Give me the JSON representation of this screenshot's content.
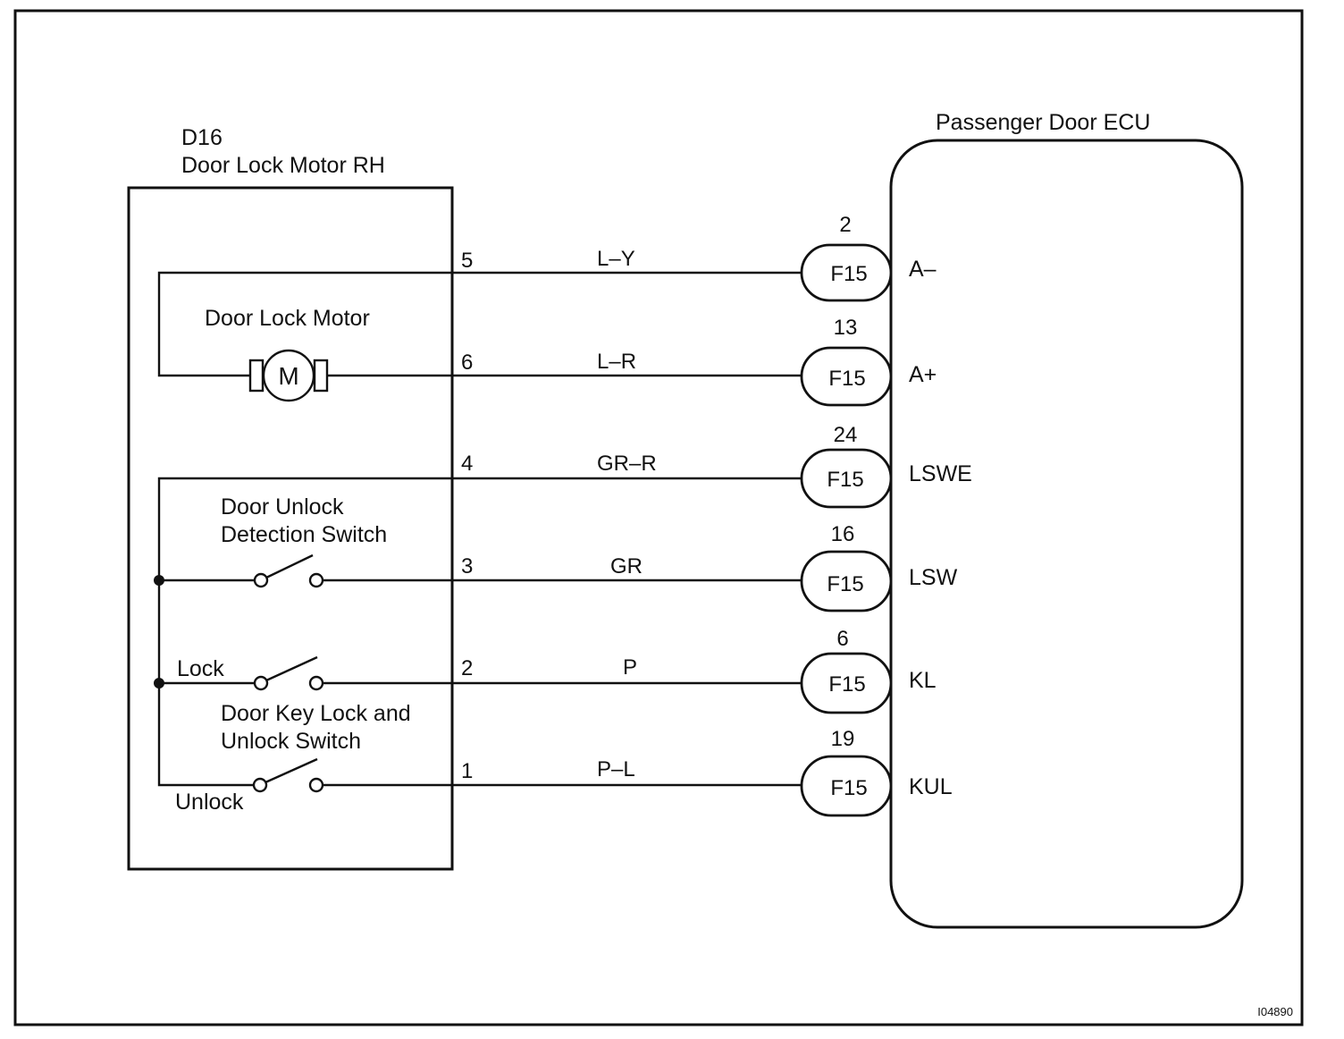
{
  "motor_block": {
    "code": "D16",
    "title": "Door Lock Motor RH",
    "motor_label": "Door Lock Motor",
    "motor_symbol": "M",
    "unlock_detect_line1": "Door Unlock",
    "unlock_detect_line2": "Detection Switch",
    "key_switch_line1": "Door Key Lock and",
    "key_switch_line2": "Unlock Switch",
    "lock_label": "Lock",
    "unlock_label": "Unlock"
  },
  "ecu": {
    "title": "Passenger Door ECU"
  },
  "wires": [
    {
      "pin": "5",
      "color": "L–Y",
      "ecu_pin": "2",
      "connector": "F15",
      "terminal": "A–"
    },
    {
      "pin": "6",
      "color": "L–R",
      "ecu_pin": "13",
      "connector": "F15",
      "terminal": "A+"
    },
    {
      "pin": "4",
      "color": "GR–R",
      "ecu_pin": "24",
      "connector": "F15",
      "terminal": "LSWE"
    },
    {
      "pin": "3",
      "color": "GR",
      "ecu_pin": "16",
      "connector": "F15",
      "terminal": "LSW"
    },
    {
      "pin": "2",
      "color": "P",
      "ecu_pin": "6",
      "connector": "F15",
      "terminal": "KL"
    },
    {
      "pin": "1",
      "color": "P–L",
      "ecu_pin": "19",
      "connector": "F15",
      "terminal": "KUL"
    }
  ],
  "figure_id": "I04890"
}
